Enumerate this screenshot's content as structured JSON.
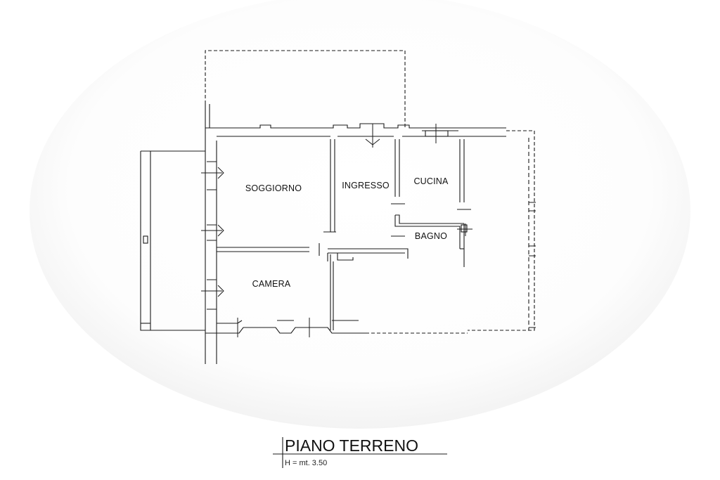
{
  "rooms": {
    "soggiorno": "SOGGIORNO",
    "ingresso": "INGRESSO",
    "cucina": "CUCINA",
    "bagno": "BAGNO",
    "camera": "CAMERA"
  },
  "title": {
    "floor_name": "PIANO TERRENO",
    "height_note": "H = mt. 3.50"
  },
  "colors": {
    "line": "#1a1a1a",
    "background": "#ffffff"
  }
}
